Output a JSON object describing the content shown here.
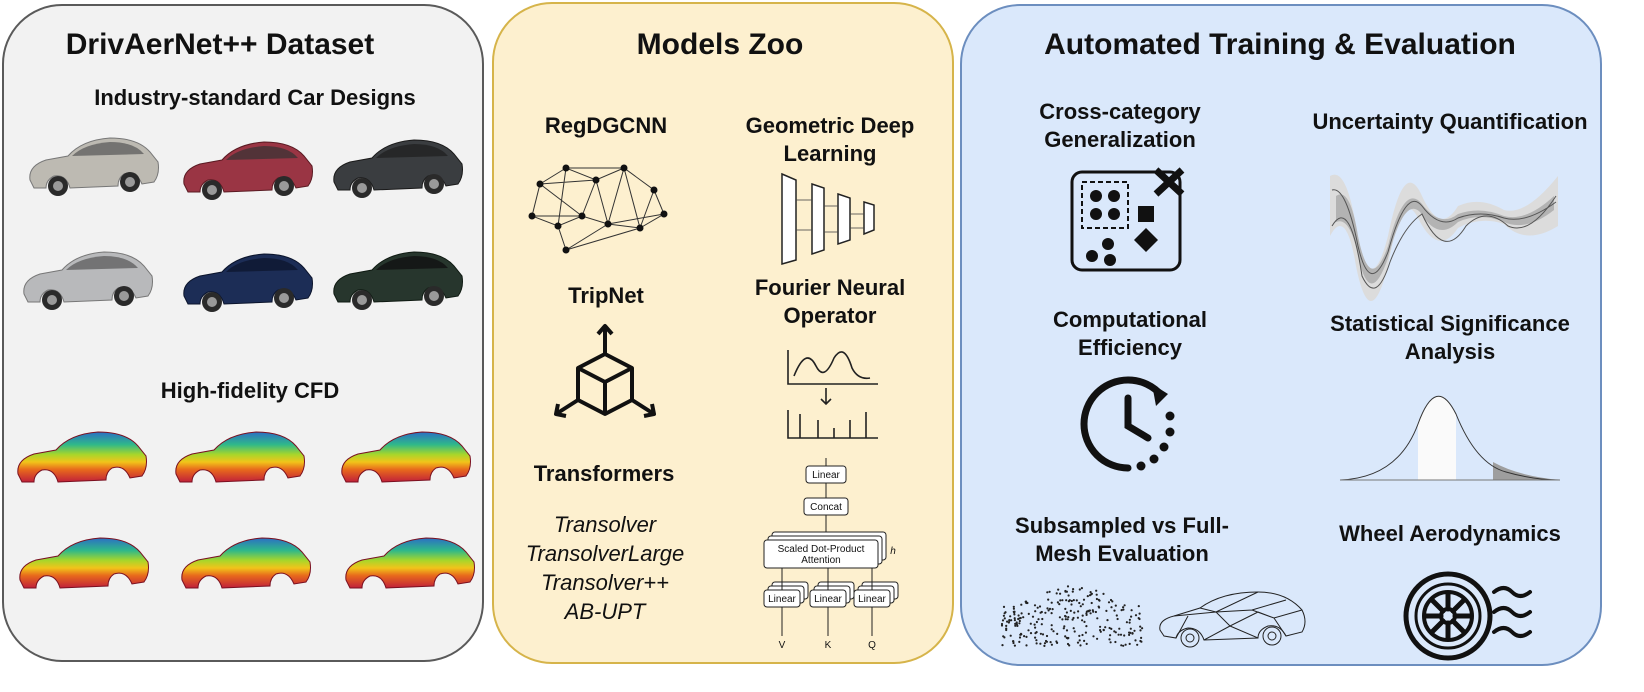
{
  "dataset": {
    "title": "DrivAerNet++ Dataset",
    "car_designs_heading": "Industry-standard Car Designs",
    "cfd_heading": "High-fidelity CFD",
    "car_colors": [
      "#bdbab2",
      "#9a3544",
      "#3a3d40",
      "#b8b9bb",
      "#1c2d56",
      "#27362d"
    ]
  },
  "models": {
    "title": "Models Zoo",
    "regdgcnn": "RegDGCNN",
    "geometric_line1": "Geometric Deep",
    "geometric_line2": "Learning",
    "tripnet": "TripNet",
    "fno_line1": "Fourier Neural",
    "fno_line2": "Operator",
    "transformers": "Transformers",
    "transformer_variants": [
      "Transolver",
      "TransolverLarge",
      "Transolver++",
      "AB-UPT"
    ],
    "attention_diagram": {
      "linear_top": "Linear",
      "concat": "Concat",
      "sdpa_line1": "Scaled Dot-Product",
      "sdpa_line2": "Attention",
      "h": "h",
      "linear_v": "Linear",
      "linear_k": "Linear",
      "linear_q": "Linear",
      "v": "V",
      "k": "K",
      "q": "Q"
    }
  },
  "training": {
    "title": "Automated Training & Evaluation",
    "cross_line1": "Cross-category",
    "cross_line2": "Generalization",
    "uncertainty": "Uncertainty Quantification",
    "efficiency_line1": "Computational",
    "efficiency_line2": "Efficiency",
    "stat_line1": "Statistical Significance",
    "stat_line2": "Analysis",
    "subsampled_line1": "Subsampled vs Full-",
    "subsampled_line2": "Mesh Evaluation",
    "wheel": "Wheel Aerodynamics"
  }
}
